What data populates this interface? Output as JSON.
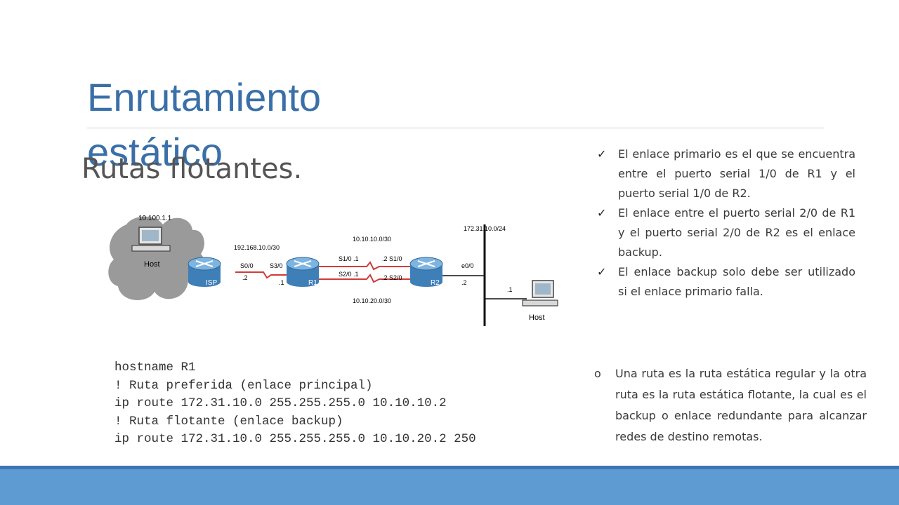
{
  "slide": {
    "title": "Enrutamiento estático",
    "subtitle": "Rutas flotantes."
  },
  "bullets": [
    "El enlace primario es el que se encuentra entre el puerto serial 1/0 de R1 y el puerto serial 1/0 de R2.",
    "El enlace entre el puerto serial 2/0 de R1 y el puerto serial 2/0 de R2 es el enlace backup.",
    "El enlace backup solo debe ser utilizado si el enlace primario falla."
  ],
  "note": {
    "marker": "o",
    "text": "Una ruta es la ruta estática regular y la otra ruta es la ruta estática flotante, la cual es el backup o enlace redundante para alcanzar redes de destino remotas."
  },
  "config": {
    "lines": [
      "hostname R1",
      "! Ruta preferida (enlace principal)",
      "ip route 172.31.10.0 255.255.255.0 10.10.10.2",
      "! Ruta flotante (enlace backup)",
      "ip route 172.31.10.0 255.255.255.0 10.10.20.2 250"
    ]
  },
  "diagram": {
    "host_left_ip": "10.100.1.1",
    "host_left_label": "Host",
    "net_isp_r1": "192.168.10.0/30",
    "net_primary": "10.10.10.0/30",
    "net_backup": "10.10.20.0/30",
    "net_lan": "172.31.10.0/24",
    "isp_label": "ISP",
    "r1_label": "R1",
    "r2_label": "R2",
    "isp_port": "S0/0",
    "isp_addr": ".2",
    "r1_port_isp": "S3/0",
    "r1_addr_isp": ".1",
    "r1_s1": "S1/0  .1",
    "r1_s2": "S2/0  .1",
    "r2_s1": ".2  S1/0",
    "r2_s2": ".2  S2/0",
    "r2_e0": "e0/0",
    "r2_e0_addr": ".2",
    "host_right_addr": ".1",
    "host_right_label": "Host"
  },
  "colors": {
    "title": "#3a6fa8",
    "serial_link": "#d23a3a",
    "router": "#4b8fc4",
    "footer": "#5e9bd2"
  }
}
